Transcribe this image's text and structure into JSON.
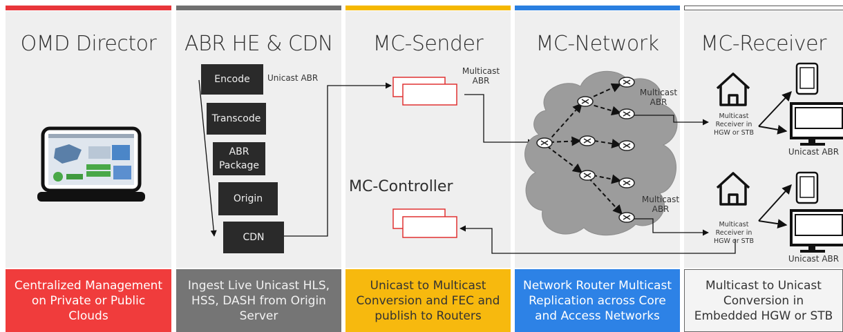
{
  "columns": [
    {
      "title": "OMD Director",
      "bar_color": "#e8363a",
      "bottom_text": "Centralized Management on Private or Public Clouds",
      "bottom_bg": "#f03c3c",
      "bottom_fg": "#ffffff"
    },
    {
      "title": "ABR HE & CDN",
      "bar_color": "#707070",
      "bottom_text": "Ingest Live Unicast HLS, HSS, DASH from Origin Server",
      "bottom_bg": "#757575",
      "bottom_fg": "#f2f2f2"
    },
    {
      "title": "MC-Sender",
      "bar_color": "#f5b800",
      "bottom_text": "Unicast to Multicast Conversion and FEC and publish to Routers",
      "bottom_bg": "#f7b90e",
      "bottom_fg": "#333333"
    },
    {
      "title": "MC-Network",
      "bar_color": "#2a7fe0",
      "bottom_text": "Network Router Multicast Replication across Core and Access Networks",
      "bottom_bg": "#2d82e6",
      "bottom_fg": "#ffffff"
    },
    {
      "title": "MC-Receiver",
      "bar_color": "#ffffff",
      "bottom_text": "Multicast to Unicast Conversion in Embedded HGW or STB",
      "bottom_bg": "#f4f4f4",
      "bottom_fg": "#333333"
    }
  ],
  "pipeline": {
    "steps": [
      "Encode",
      "Transcode",
      "ABR Package",
      "Origin",
      "CDN"
    ],
    "encode_note": "Unicast ABR"
  },
  "sender": {
    "multicast_label": "Multicast ABR",
    "controller_title": "MC-Controller"
  },
  "network": {
    "multicast_label_top": "Multicast ABR",
    "multicast_label_bottom": "Multicast ABR"
  },
  "receiver": {
    "receiver_label": "Multicast Receiver in HGW or STB",
    "unicast_label": "Unicast ABR"
  }
}
